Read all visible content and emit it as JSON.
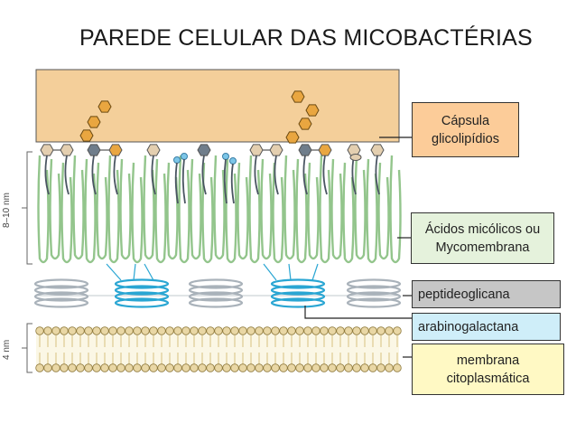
{
  "title": "PAREDE CELULAR DAS MICOBACTÉRIAS",
  "labels": {
    "capsula": {
      "line1": "Cápsula",
      "line2": "glicolipídios",
      "color": "#fccc99"
    },
    "acidos": {
      "line1": "Ácidos micólicos ou",
      "line2": "Mycomembrana",
      "color": "#e5f2dc"
    },
    "peptideoglicana": {
      "text": "peptideoglicana",
      "color": "#c6c6c6"
    },
    "arabinogalactana": {
      "text": "arabinogalactana",
      "color": "#cfeef9"
    },
    "membrana": {
      "line1": "membrana",
      "line2": "citoplasmática",
      "color": "#fff9c4"
    }
  },
  "scale": {
    "top": "8–10 nm",
    "bottom": "4 nm"
  },
  "colors": {
    "capsule_fill": "#f4cf9a",
    "mycolic": "#93c58c",
    "peptidoglycan": "#a9b2ba",
    "arabinogalactan": "#2aa6d3",
    "membrane_head": "#e9d7a5",
    "membrane_bg": "#fbf7e5",
    "sugar_orange": "#e9a640",
    "sugar_tan": "#e4cfb0",
    "sugar_slate": "#6f7d8b"
  }
}
